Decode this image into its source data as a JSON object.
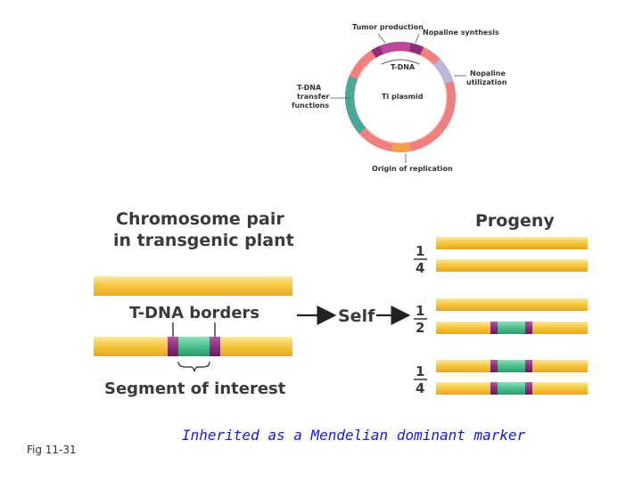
{
  "plasmid": {
    "center_label": "Ti plasmid",
    "tdna_label": "T-DNA",
    "labels": {
      "tumor": "Tumor production",
      "nopaline_synthesis": "Nopaline synthesis",
      "nopaline_utilization_1": "Nopaline",
      "nopaline_utilization_2": "utilization",
      "transfer_1": "T-DNA",
      "transfer_2": "transfer",
      "transfer_3": "functions",
      "origin": "Origin of replication"
    }
  },
  "chromosome": {
    "title_line1": "Chromosome pair",
    "title_line2": "in transgenic plant",
    "borders_label": "T-DNA borders",
    "segment_label": "Segment of interest"
  },
  "cross": {
    "label": "Self"
  },
  "progeny": {
    "title": "Progeny",
    "groups": [
      {
        "num": "1",
        "den": "4"
      },
      {
        "num": "1",
        "den": "2"
      },
      {
        "num": "1",
        "den": "4"
      }
    ]
  },
  "caption": "Inherited as a Mendelian dominant marker",
  "figure_label": "Fig 11-31",
  "colors": {
    "chromosome": "#f5c842",
    "insert": "#4bbf8e",
    "border": "#8b2f7a",
    "ring": "#f08080",
    "ring_transfer": "#4aa89a",
    "ring_tdna": "#8b2f7a",
    "ring_utilization": "#b9b9e0",
    "caption": "#1a1acc"
  }
}
